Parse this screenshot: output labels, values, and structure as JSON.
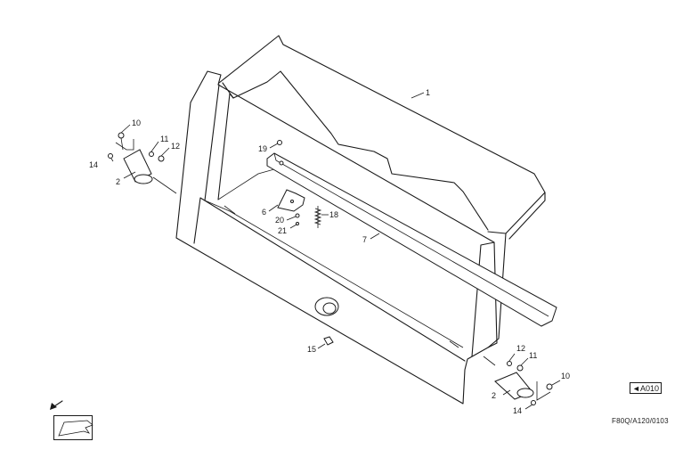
{
  "diagram": {
    "callouts": {
      "p1": "1",
      "p2_left": "2",
      "p2_right": "2",
      "p6": "6",
      "p7": "7",
      "p10_left": "10",
      "p10_right": "10",
      "p11_left": "11",
      "p11_right": "11",
      "p12_left": "12",
      "p12_right": "12",
      "p14_left": "14",
      "p14_right": "14",
      "p15": "15",
      "p18": "18",
      "p19": "19",
      "p20": "20",
      "p21": "21"
    },
    "reference_box": "◄A010",
    "drawing_code": "F80Q/A120/0103",
    "icons": {
      "direction": "arrow-down-left-icon",
      "view": "orientation-view-icon"
    }
  }
}
